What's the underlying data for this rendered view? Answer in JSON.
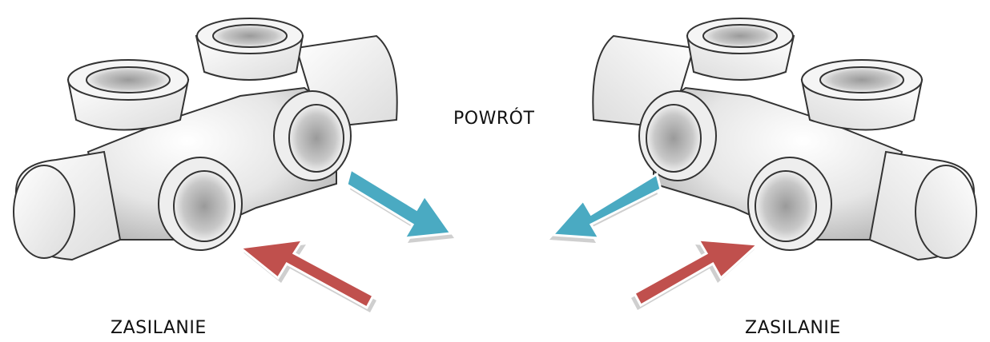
{
  "labels": {
    "return": "POWRÓT",
    "supply_left": "ZASILANIE",
    "supply_right": "ZASILANIE"
  },
  "colors": {
    "return_arrow": "#4aaac2",
    "supply_arrow": "#c0504d",
    "arrow_shadow": "#cfcfcf"
  },
  "icons": {
    "left_valve": "radiator-valve-icon",
    "right_valve": "radiator-valve-icon"
  }
}
